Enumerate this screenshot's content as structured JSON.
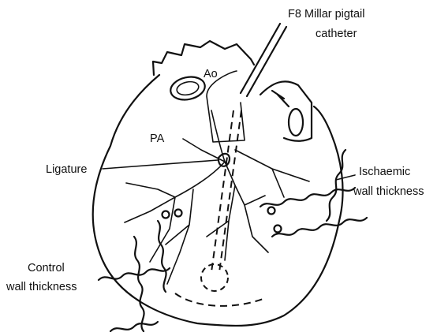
{
  "labels": {
    "catheter_line1": "F8  Millar pigtail",
    "catheter_line2": "catheter",
    "aorta": "Ao",
    "pulmonary_artery": "PA",
    "ligature": "Ligature",
    "ischaemic_line1": "Ischaemic",
    "ischaemic_line2": "wall thickness",
    "control_line1": "Control",
    "control_line2": "wall thickness"
  }
}
